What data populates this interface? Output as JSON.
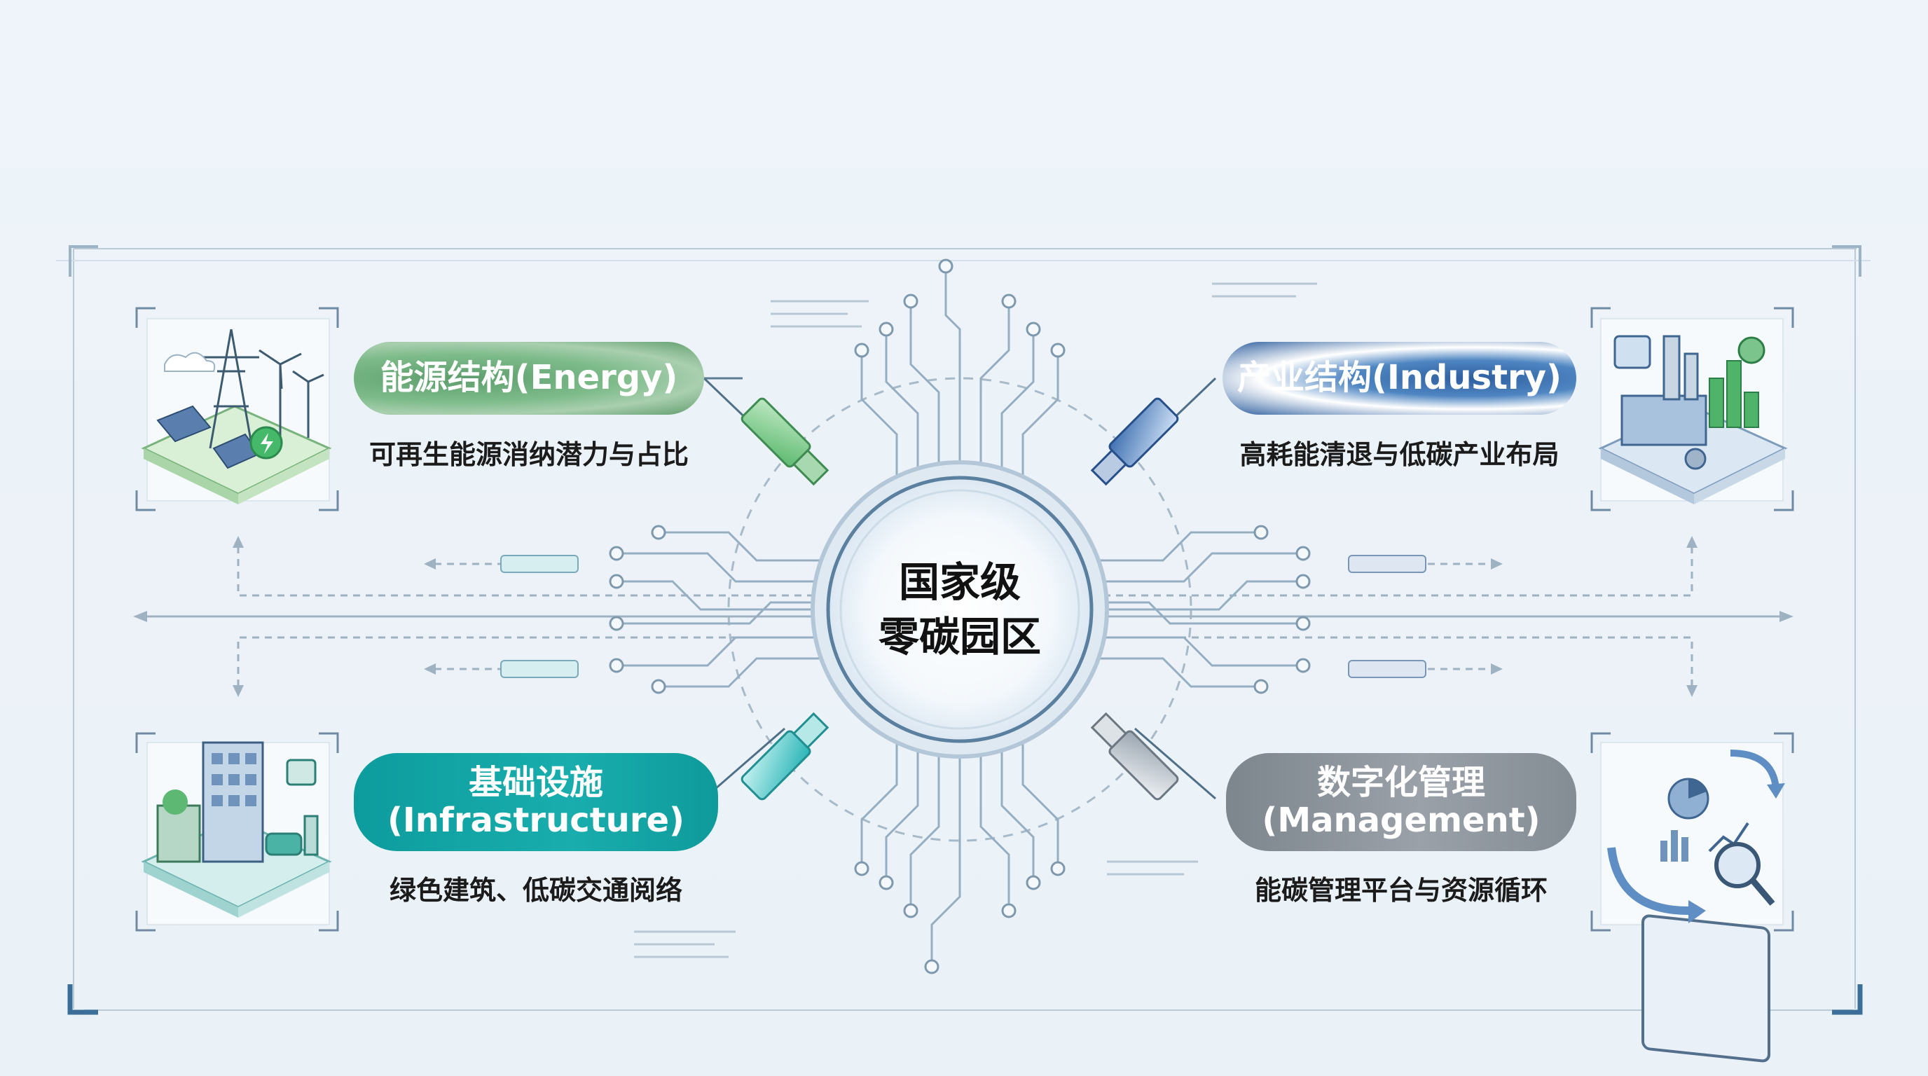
{
  "center": {
    "line1": "国家级",
    "line2": "零碳园区"
  },
  "quadrants": [
    {
      "id": "energy",
      "title": "能源结构(Energy)",
      "desc": "可再生能源消纳潜力与占比",
      "color": "#6aa57a"
    },
    {
      "id": "industry",
      "title": "产业结构(Industry)",
      "desc": "高耗能清退与低碳产业布局",
      "color": "#2f63a5"
    },
    {
      "id": "infrastructure",
      "title_zh": "基础设施",
      "title_en": "(Infrastructure)",
      "desc": "绿色建筑、低碳交通阅络",
      "color": "#13a3a4"
    },
    {
      "id": "management",
      "title_zh": "数字化管理",
      "title_en": "(Management)",
      "desc": "能碳管理平台与资源循环",
      "color": "#8a9199"
    }
  ]
}
